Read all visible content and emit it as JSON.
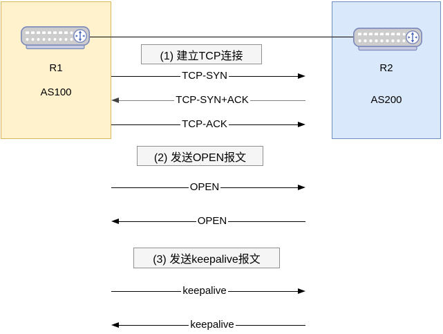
{
  "nodes": {
    "left": {
      "name": "R1",
      "asn": "AS100"
    },
    "right": {
      "name": "R2",
      "asn": "AS200"
    }
  },
  "steps": [
    {
      "label": "(1) 建立TCP连接"
    },
    {
      "label": "(2) 发送OPEN报文"
    },
    {
      "label": "(3) 发送keepalive报文"
    }
  ],
  "messages": [
    {
      "text": "TCP-SYN",
      "direction": "right"
    },
    {
      "text": "TCP-SYN+ACK",
      "direction": "left"
    },
    {
      "text": "TCP-ACK",
      "direction": "right"
    },
    {
      "text": "OPEN",
      "direction": "right"
    },
    {
      "text": "OPEN",
      "direction": "left"
    },
    {
      "text": "keepalive",
      "direction": "right"
    },
    {
      "text": "keepalive",
      "direction": "left"
    }
  ],
  "colors": {
    "left_node_fill": "#fff2cc",
    "left_node_border": "#d6b656",
    "right_node_fill": "#dae8fc",
    "right_node_border": "#6c8ebf",
    "message_line": "#000000",
    "syn_ack_line": "#808080",
    "step_box_fill": "#f5f5f5",
    "step_box_border": "#8f8f8f",
    "router_body_fill": "#cdcdcd",
    "router_border": "#7a87bb",
    "router_arrow": "#4a69bd"
  }
}
